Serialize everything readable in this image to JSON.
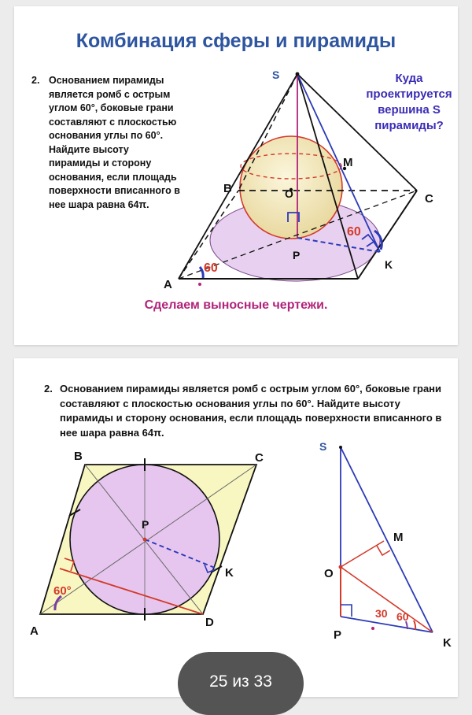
{
  "slide1": {
    "title": "Комбинация сферы и пирамиды",
    "problem_number": "2.",
    "problem_text": "Основанием пирамиды является ромб с острым углом 60°, боковые грани составляют с плоскостью основания углы по 60°. Найдите высоту пирамиды и сторону основания, если площадь поверхности вписанного в нее шара равна 64π.",
    "question": "Куда проектируется вершина S пирамиды?",
    "note": "Сделаем выносные чертежи.",
    "labels": {
      "S": "S",
      "B": "B",
      "C": "C",
      "A": "A",
      "O": "O",
      "M": "M",
      "P": "P",
      "K": "K",
      "angle1": "60",
      "angle2": "60"
    }
  },
  "slide2": {
    "problem_number": "2.",
    "problem_text": "Основанием пирамиды является ромб с острым углом 60°, боковые грани составляют с плоскостью основания углы по 60°. Найдите высоту пирамиды и сторону основания, если площадь поверхности вписанного в нее шара равна 64π.",
    "rhombus_labels": {
      "B": "B",
      "C": "C",
      "A": "A",
      "D": "D",
      "P": "P",
      "K": "K",
      "angle": "60°"
    },
    "triangle_labels": {
      "S": "S",
      "M": "M",
      "O": "O",
      "P": "P",
      "K": "K",
      "angle30": "30",
      "angle60": "60"
    }
  },
  "pager": {
    "label": "25 из 33"
  },
  "colors": {
    "title": "#2e55a0",
    "question": "#3b2db5",
    "note": "#b0247a",
    "accent_red": "#d33a2a",
    "pink_fill": "#e6c6ef",
    "yellow_fill": "#f8f7c2"
  }
}
